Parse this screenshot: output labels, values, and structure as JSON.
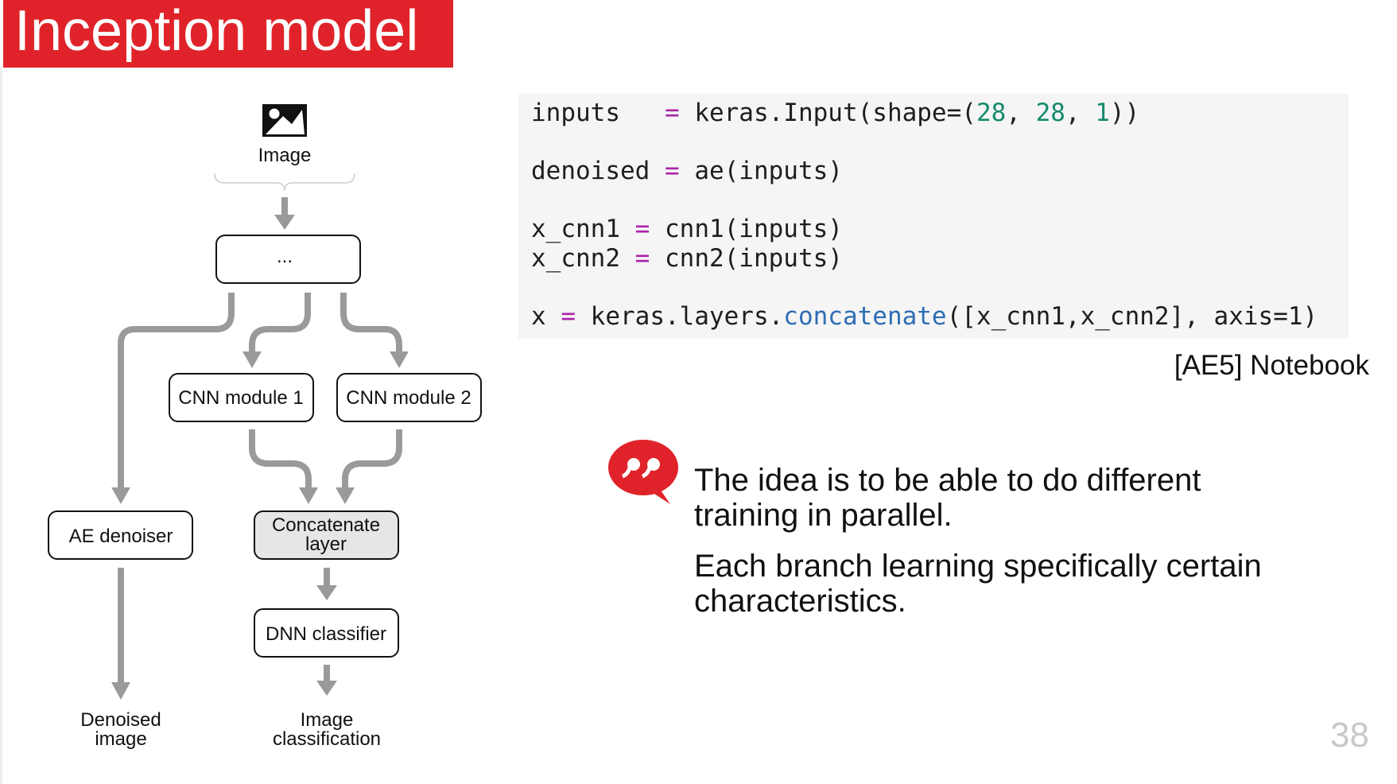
{
  "slide": {
    "title": "Inception model",
    "notebook_ref": "[AE5] Notebook",
    "page_number": "38",
    "accent_color": "#e0232a"
  },
  "diagram": {
    "input_label": "Image",
    "input_icon": "image-icon",
    "ellipsis_block": "...",
    "cnn1": "CNN module 1",
    "cnn2": "CNN module 2",
    "ae": "AE denoiser",
    "concat_line1": "Concatenate",
    "concat_line2": "layer",
    "dnn": "DNN classifier",
    "out_denoised_line1": "Denoised",
    "out_denoised_line2": "image",
    "out_class_line1": "Image",
    "out_class_line2": "classification"
  },
  "code": {
    "lines": [
      [
        {
          "t": "inputs   "
        },
        {
          "t": "=",
          "c": "op"
        },
        {
          "t": " keras.Input(shape=("
        },
        {
          "t": "28",
          "c": "num"
        },
        {
          "t": ", "
        },
        {
          "t": "28",
          "c": "num"
        },
        {
          "t": ", "
        },
        {
          "t": "1",
          "c": "num"
        },
        {
          "t": "))"
        }
      ],
      [],
      [
        {
          "t": "denoised "
        },
        {
          "t": "=",
          "c": "op"
        },
        {
          "t": " ae(inputs)"
        }
      ],
      [],
      [
        {
          "t": "x_cnn1 "
        },
        {
          "t": "=",
          "c": "op"
        },
        {
          "t": " cnn1(inputs)"
        }
      ],
      [
        {
          "t": "x_cnn2 "
        },
        {
          "t": "=",
          "c": "op"
        },
        {
          "t": " cnn2(inputs)"
        }
      ],
      [],
      [
        {
          "t": "x "
        },
        {
          "t": "=",
          "c": "op"
        },
        {
          "t": " keras.layers."
        },
        {
          "t": "concatenate",
          "c": "fn"
        },
        {
          "t": "([x_cnn1,x_cnn2], axis=1)"
        }
      ]
    ]
  },
  "quote": {
    "icon": "quote-bubble-icon",
    "paragraph1": "The idea is to be able to do different training in parallel.",
    "paragraph2": "Each branch learning specifically certain characteristics."
  }
}
